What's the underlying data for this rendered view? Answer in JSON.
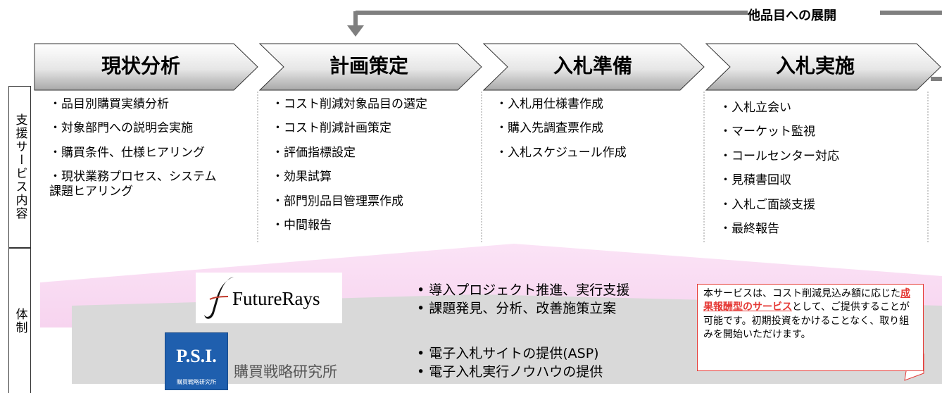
{
  "tagline": "他品目への展開",
  "stages": [
    "現状分析",
    "計画策定",
    "入札準備",
    "入札実施"
  ],
  "side_labels": {
    "support": "支援サービス内容",
    "structure": "体制"
  },
  "columns": [
    [
      "・品目別購買実績分析",
      "・対象部門への説明会実施",
      "・購買条件、仕様ヒアリング",
      "・現状業務プロセス、システム\n課題ヒアリング"
    ],
    [
      "・コスト削減対象品目の選定",
      "・コスト削減計画策定",
      "・評価指標設定",
      "・効果試算",
      "・部門別品目管理票作成",
      "・中間報告"
    ],
    [
      "・入札用仕様書作成",
      "・購入先調査票作成",
      "・入札スケジュール作成"
    ],
    [
      "・入札立会い",
      "・マーケット監視",
      "・コールセンター対応",
      "・見積書回収",
      "・入札ご面談支援",
      "・最終報告"
    ]
  ],
  "futurerays": {
    "logo_text": "FutureRays",
    "bullets": [
      "• 導入プロジェクト推進、実行支援",
      "• 課題発見、分析、改善施策立案"
    ]
  },
  "psi": {
    "logo_text": "P.S.I.",
    "logo_sub": "購買戦略研究所",
    "name": "購買戦略研究所",
    "bullets": [
      "• 電子入札サイトの提供(ASP)",
      "• 電子入札実行ノウハウの提供"
    ]
  },
  "note": {
    "before": "本サービスは、コスト削減見込み額に応じた",
    "highlight": "成果報酬型のサービス",
    "after": "として、ご提供することが可能です。初期投資をかけることなく、取り組みを開始いただけます。"
  }
}
